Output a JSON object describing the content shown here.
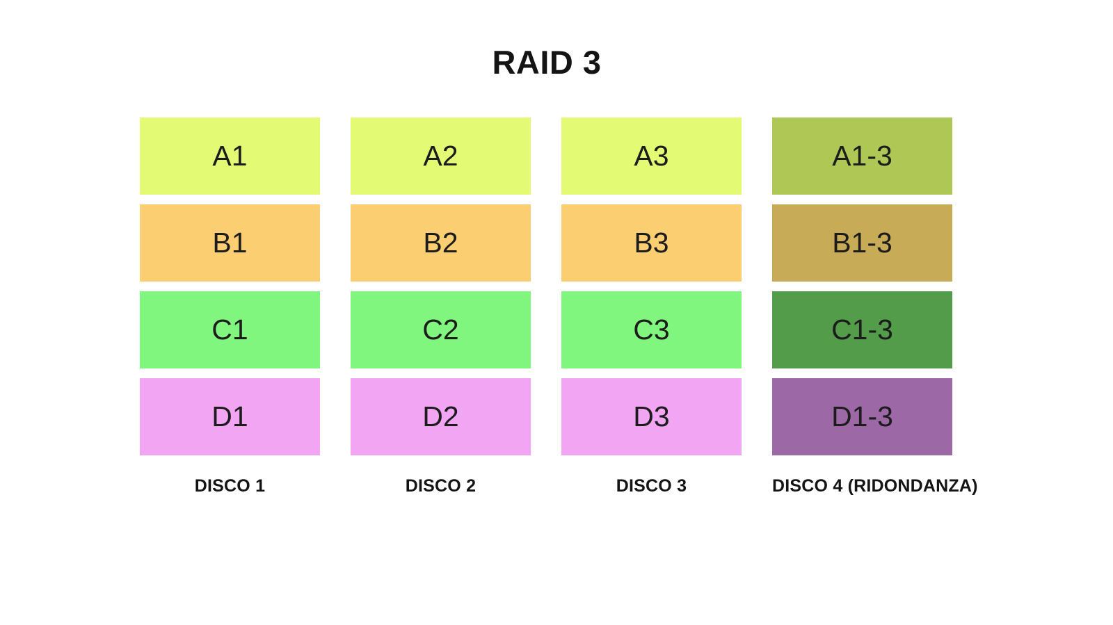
{
  "title": "RAID 3",
  "background": "#ffffff",
  "block_text_color": "#1c1c1c",
  "columns": [
    {
      "label": "DISCO 1",
      "blocks": [
        {
          "text": "A1",
          "color": "#e3fa74"
        },
        {
          "text": "B1",
          "color": "#fbce71"
        },
        {
          "text": "C1",
          "color": "#80f67e"
        },
        {
          "text": "D1",
          "color": "#f1a5f3"
        }
      ]
    },
    {
      "label": "DISCO 2",
      "blocks": [
        {
          "text": "A2",
          "color": "#e3fa74"
        },
        {
          "text": "B2",
          "color": "#fbce71"
        },
        {
          "text": "C2",
          "color": "#80f67e"
        },
        {
          "text": "D2",
          "color": "#f1a5f3"
        }
      ]
    },
    {
      "label": "DISCO 3",
      "blocks": [
        {
          "text": "A3",
          "color": "#e3fa74"
        },
        {
          "text": "B3",
          "color": "#fbce71"
        },
        {
          "text": "C3",
          "color": "#80f67e"
        },
        {
          "text": "D3",
          "color": "#f1a5f3"
        }
      ]
    },
    {
      "label": "DISCO 4 (RIDONDANZA)",
      "blocks": [
        {
          "text": "A1-3",
          "color": "#afc755"
        },
        {
          "text": "B1-3",
          "color": "#c8ab57"
        },
        {
          "text": "C1-3",
          "color": "#529c4a"
        },
        {
          "text": "D1-3",
          "color": "#9d68a6"
        }
      ]
    }
  ]
}
